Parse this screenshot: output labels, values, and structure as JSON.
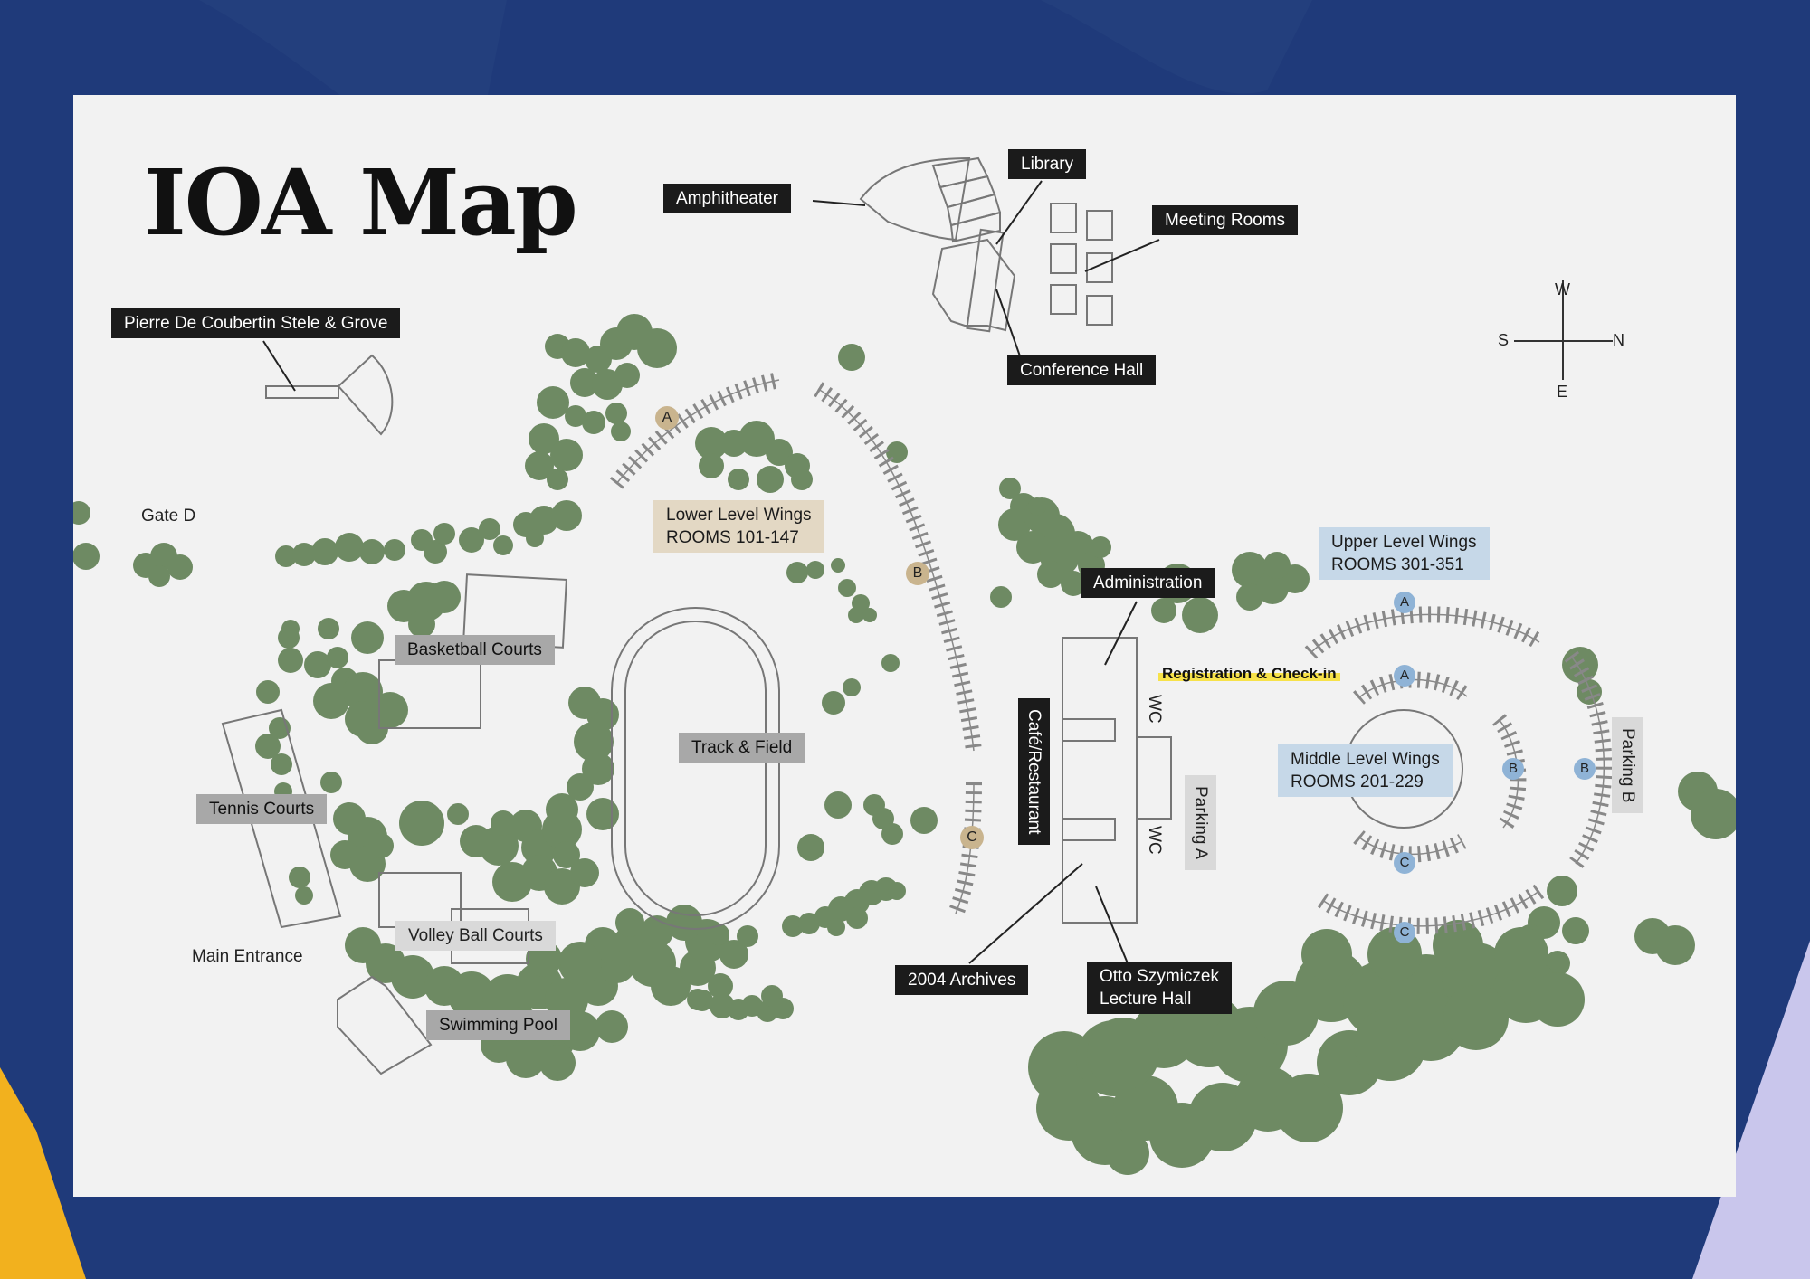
{
  "title": "IOA Map",
  "colors": {
    "background": "#1f3a7a",
    "map": "#f2f2f2",
    "tree": "#6e8a63",
    "lower_level": "#c9b48e",
    "upper_level": "#8fb3d6",
    "highlight": "#f7e24a"
  },
  "labels": {
    "amphitheater": "Amphitheater",
    "library": "Library",
    "meeting_rooms": "Meeting Rooms",
    "conference_hall": "Conference Hall",
    "coubertin": "Pierre De Coubertin Stele & Grove",
    "gate_d": "Gate D",
    "lower_wings": "Lower Level Wings",
    "lower_rooms": "ROOMS 101-147",
    "basketball": "Basketball Courts",
    "track": "Track & Field",
    "tennis": "Tennis Courts",
    "volleyball": "Volley Ball Courts",
    "main_entrance": "Main Entrance",
    "swimming": "Swimming Pool",
    "administration": "Administration",
    "registration": "Registration & Check-in",
    "cafe": "Café/Restaurant",
    "wc": "WC",
    "parking_a": "Parking A",
    "parking_b": "Parking B",
    "archives": "2004 Archives",
    "lecture_line1": "Otto Szymiczek",
    "lecture_line2": "Lecture Hall",
    "upper_wings": "Upper Level Wings",
    "upper_rooms": "ROOMS 301-351",
    "middle_wings": "Middle Level Wings",
    "middle_rooms": "ROOMS 201-229"
  },
  "wing_markers": {
    "a": "A",
    "b": "B",
    "c": "C"
  },
  "compass": {
    "top": "W",
    "left": "S",
    "right": "N",
    "bottom": "E"
  }
}
